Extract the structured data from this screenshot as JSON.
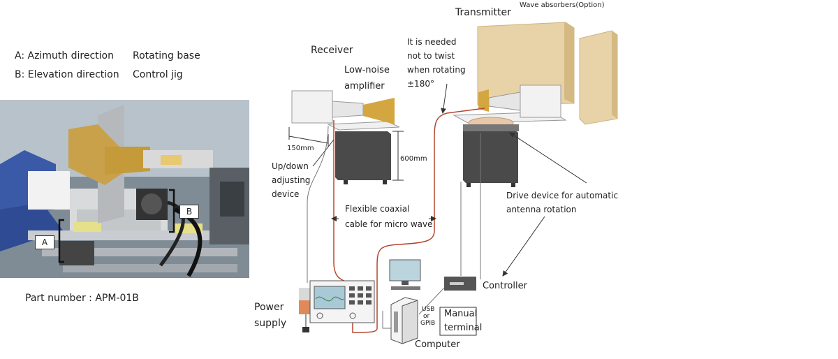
{
  "photo": {
    "legend_a": "A: Azimuth direction",
    "legend_a_part": "Rotating base",
    "legend_b": "B: Elevation direction",
    "legend_b_part": "Control jig",
    "marker_a": "A",
    "marker_b": "B",
    "part_number": "Part number : APM-01B"
  },
  "diagram": {
    "transmitter": "Transmitter",
    "wave_absorbers": "Wave absorbers(Option)",
    "receiver": "Receiver",
    "twist_note": [
      "It is needed",
      "not to twist",
      "when rotating",
      "±180°"
    ],
    "lna": [
      "Low-noise",
      "amplifier"
    ],
    "dim_width": "150mm",
    "dim_height": "600mm",
    "updown": [
      "Up/down",
      "adjusting",
      "device"
    ],
    "coax": [
      "Flexible coaxial",
      "cable for micro wave"
    ],
    "drive": [
      "Drive device for automatic",
      "antenna rotation"
    ],
    "controller": "Controller",
    "power_supply": [
      "Power",
      "supply"
    ],
    "usb_gpib": [
      "USB",
      "or",
      "GPIB"
    ],
    "manual_terminal": [
      "Manual",
      "terminal"
    ],
    "computer": "Computer"
  },
  "colors": {
    "absorber": "#e8d2a8",
    "tower": "#4a4a4a",
    "cable": "#b5472f",
    "horn": "#d4a640",
    "screen": "#a9c9d6"
  }
}
